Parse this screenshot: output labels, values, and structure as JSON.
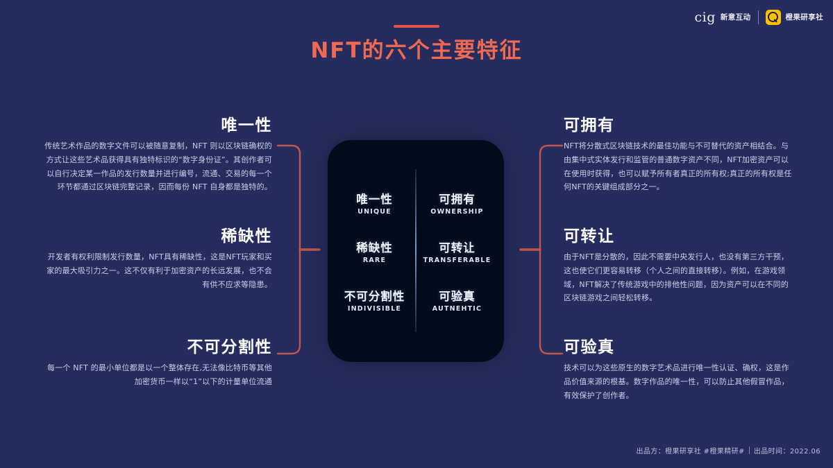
{
  "brand": {
    "cig_word": "cig",
    "cig_cn": "新意互动",
    "cheng_icon": "orange-search-mark-icon",
    "cheng_cn": "橙果研享社"
  },
  "header": {
    "title": "NFT的六个主要特征",
    "accent_color": "#ef6a52",
    "rule_color": "#e0564a"
  },
  "background_color": "#272c5e",
  "card": {
    "background_color": "#030b1a",
    "items": [
      {
        "cn": "唯一性",
        "en": "UNIQUE"
      },
      {
        "cn": "可拥有",
        "en": "OWNERSHIP"
      },
      {
        "cn": "稀缺性",
        "en": "RARE"
      },
      {
        "cn": "可转让",
        "en": "TRANSFERABLE"
      },
      {
        "cn": "不可分割性",
        "en": "INDIVISIBLE"
      },
      {
        "cn": "可验真",
        "en": "AUTNEHTIC"
      }
    ]
  },
  "features": {
    "left": [
      {
        "title": "唯一性",
        "body": "传统艺术作品的数字文件可以被随意复制，NFT 则以区块链确权的方式让这些艺术品获得具有独特标识的“数字身份证”。其创作者可以自行决定某一作品的发行数量并进行编号，流通、交易的每一个环节都通过区块链完整记录，因而每份 NFT 自身都是独特的。"
      },
      {
        "title": "稀缺性",
        "body": "开发者有权利限制发行数量，NFT具有稀缺性，这是NFT玩家和买家的最大吸引力之一。这不仅有利于加密资产的长远发展，也不会有供不应求等隐患。"
      },
      {
        "title": "不可分割性",
        "body": "每一个 NFT 的最小单位都是以一个整体存在,无法像比特币等其他加密货币一样以“1”以下的计量单位流通"
      }
    ],
    "right": [
      {
        "title": "可拥有",
        "body": "NFT将分散式区块链技术的最佳功能与不可替代的资产相结合。与由集中式实体发行和监管的普通数字资产不同，NFT加密资产可以在使用时获得，也可以赋予所有者真正的所有权;真正的所有权是任何NFT的关键组成部分之一。"
      },
      {
        "title": "可转让",
        "body": "由于NFT是分散的，因此不需要中央发行人，也没有第三方干预，这也使它们更容易转移（个人之间的直接转移）。例如，在游戏领域，NFT解决了传统游戏中的排他性问题，因为资产可以在不同的区块链游戏之间轻松转移。"
      },
      {
        "title": "可验真",
        "body": "技术可以为这些原生的数字艺术品进行唯一性认证、确权，这是作品价值来源的根基。数字作品的唯一性，可以防止其他假冒作品，有效保护了创作者。"
      }
    ]
  },
  "footer": {
    "producer": "出品方：橙果研享社 #橙果精研#",
    "date": "出品时间：2022.06"
  }
}
